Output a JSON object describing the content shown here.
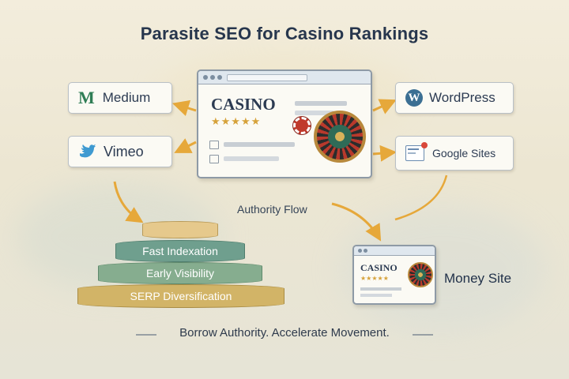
{
  "title": "Parasite SEO for Casino Rankings",
  "platforms": {
    "medium": {
      "label": "Medium",
      "icon": "medium-logo-icon"
    },
    "vimeo": {
      "label": "Vimeo",
      "icon": "vimeo-bird-icon"
    },
    "wordpress": {
      "label": "WordPress",
      "icon": "wordpress-logo-icon"
    },
    "google_sites": {
      "label": "Google Sites",
      "icon": "google-sites-icon"
    }
  },
  "hub": {
    "brand": "CASINO",
    "stars": "★★★★★",
    "icon": "roulette-wheel-icon"
  },
  "flow_label": "Authority Flow",
  "money_site": {
    "brand": "CASINO",
    "stars": "★★★★★",
    "label": "Money Site"
  },
  "pyramid": {
    "tiers": [
      "Fast Indexation",
      "Early Visibility",
      "SERP Diversification"
    ],
    "colors": [
      "#6f9f8e",
      "#86ad8f",
      "#d2b467"
    ]
  },
  "caption": "Borrow Authority. Accelerate Movement.",
  "colors": {
    "arrow": "#e6a83a",
    "title": "#27364d",
    "accent_red": "#c0392b",
    "green_tier": "#6f9f8e"
  }
}
